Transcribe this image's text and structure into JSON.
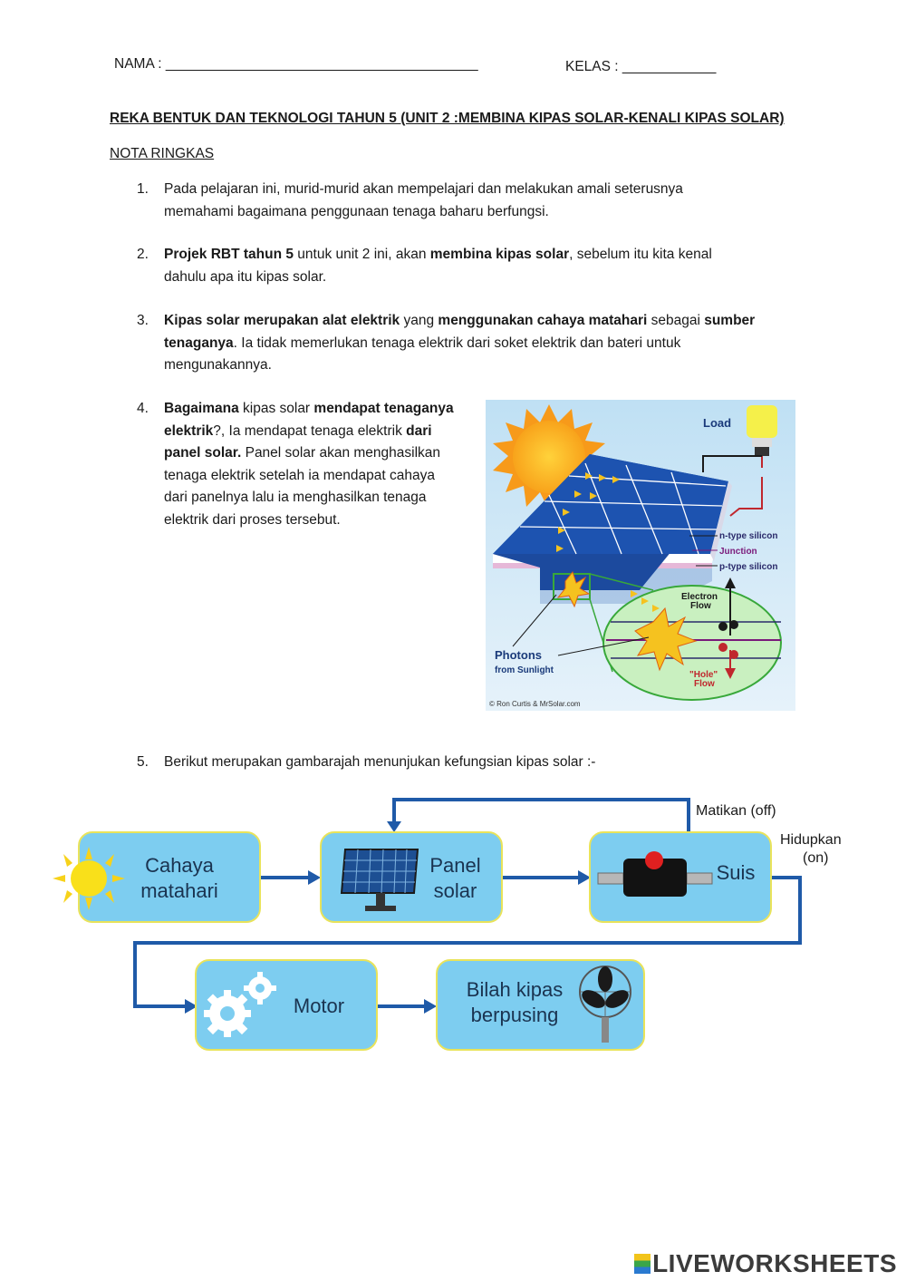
{
  "header": {
    "nama_label": "NAMA : ________________________________________",
    "kelas_label": "KELAS  : ____________"
  },
  "title": "REKA BENTUK DAN TEKNOLOGI TAHUN 5 (UNIT 2 :MEMBINA KIPAS SOLAR-KENALI KIPAS SOLAR)",
  "subtitle": "NOTA RINGKAS",
  "items": [
    {
      "num": "1.",
      "lines": [
        "Pada pelajaran ini, murid-murid akan mempelajari dan melakukan amali seterusnya",
        "memahami bagaimana penggunaan tenaga baharu berfungsi."
      ]
    },
    {
      "num": "2.",
      "parts": {
        "b1": "Projek RBT tahun 5",
        "t1": " untuk unit 2 ini, akan ",
        "b2": "membina kipas solar",
        "t2": ", sebelum itu kita kenal",
        "line2": "dahulu apa itu kipas solar."
      }
    },
    {
      "num": "3.",
      "parts": {
        "b1": "Kipas solar merupakan alat elektrik",
        "t1": " yang ",
        "b2": "menggunakan cahaya matahari",
        "t2": " sebagai ",
        "b3": "sumber",
        "line2b": "tenaganya",
        "line2": ". Ia tidak memerlukan tenaga elektrik dari soket elektrik dan bateri untuk",
        "line3": "mengunakannya."
      }
    },
    {
      "num": "4.",
      "parts": {
        "b1": "Bagaimana",
        "t1": " kipas solar ",
        "b2": "mendapat tenaganya",
        "l2b": "elektrik",
        "l2t": "?, Ia mendapat tenaga elektrik ",
        "l2b2": "dari",
        "l3b": "panel solar.",
        "l3t": " Panel solar akan menghasilkan",
        "l4": "tenaga elektrik setelah ia mendapat cahaya",
        "l5": "dari panelnya lalu ia menghasilkan tenaga",
        "l6": "elektrik dari proses tersebut."
      }
    },
    {
      "num": "5.",
      "lines": [
        "Berikut merupakan gambarajah menunjukan kefungsian kipas solar :-"
      ]
    }
  ],
  "solar_figure": {
    "load": "Load",
    "n_type": "n-type silicon",
    "junction": "Junction",
    "p_type": "p-type silicon",
    "electron_flow": [
      "Electron",
      "Flow"
    ],
    "hole_flow": [
      "\"Hole\"",
      "Flow"
    ],
    "photons": "Photons",
    "from_sunlight": "from Sunlight",
    "credit": "© Ron Curtis & MrSolar.com",
    "colors": {
      "sky": "#cfe6f5",
      "panel": "#1f4fa0",
      "sun": "#f7a21a",
      "wire": "#c0272d"
    }
  },
  "flow": {
    "boxes": [
      {
        "id": "cahaya",
        "lines": [
          "Cahaya",
          "matahari"
        ]
      },
      {
        "id": "panel",
        "lines": [
          "Panel",
          "solar"
        ]
      },
      {
        "id": "suis",
        "lines": [
          "Suis"
        ]
      },
      {
        "id": "motor",
        "lines": [
          "Motor"
        ]
      },
      {
        "id": "bilah",
        "lines": [
          "Bilah kipas",
          "berpusing"
        ]
      }
    ],
    "off_label": "Matikan (off)",
    "on_label_1": "Hidupkan",
    "on_label_2": "(on)",
    "colors": {
      "box": "#7dcdf0",
      "border": "#e9e35a",
      "arrow": "#1f5aa8"
    }
  },
  "footer": {
    "logo": "LIVEWORKSHEETS"
  }
}
